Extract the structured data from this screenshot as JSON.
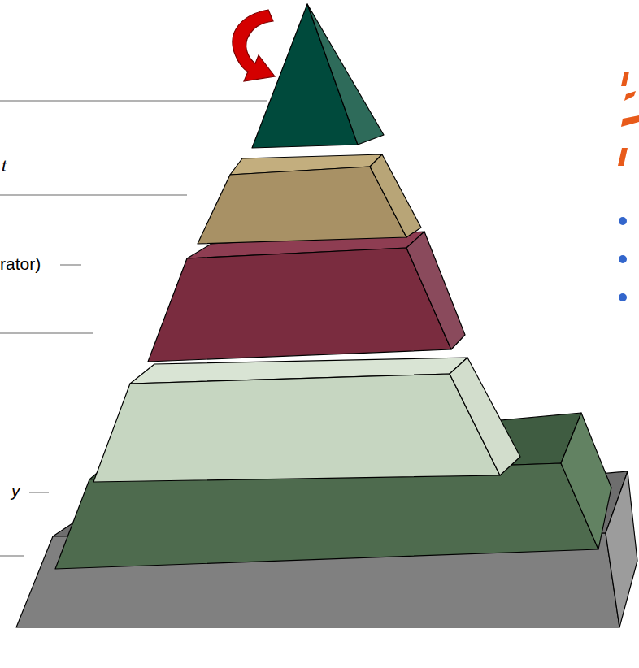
{
  "diagram": {
    "labels": [
      "t",
      "rator)",
      "y"
    ]
  }
}
